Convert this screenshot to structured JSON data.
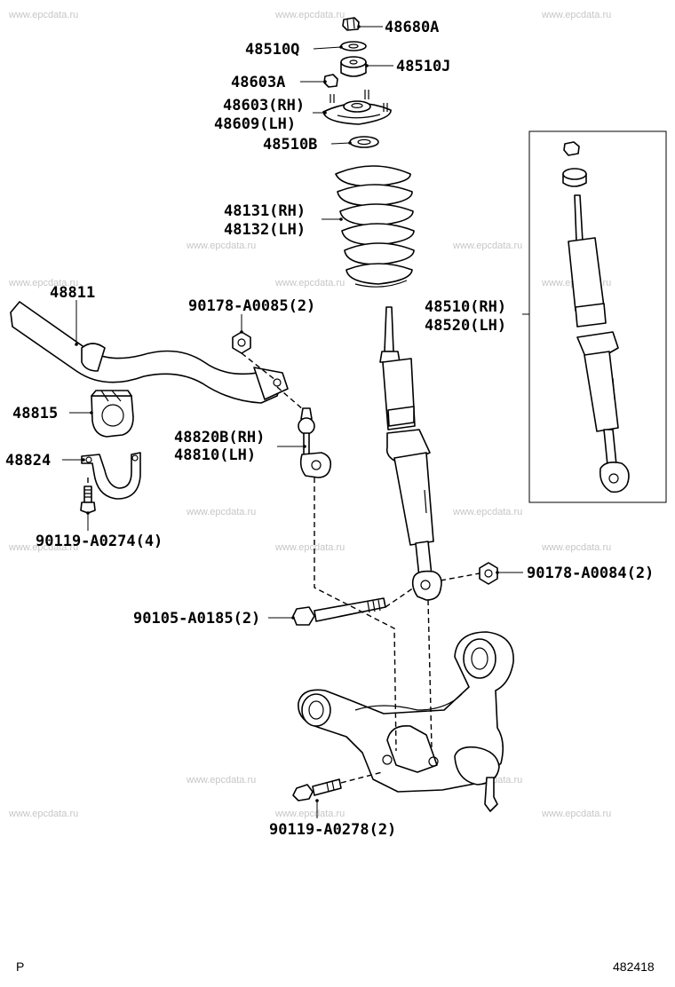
{
  "watermark": "www.epcdata.ru",
  "footer": {
    "left_mark": "P",
    "diagram_number": "482418"
  },
  "callouts": {
    "c48680a": "48680A",
    "c48510q": "48510Q",
    "c48510j": "48510J",
    "c48603a": "48603A",
    "c48603": "48603(RH)",
    "c48609": "48609(LH)",
    "c48510b": "48510B",
    "c48131": "48131(RH)",
    "c48132": "48132(LH)",
    "c48811": "48811",
    "c90178_85": "90178-A0085(2)",
    "c48510": "48510(RH)",
    "c48520": "48520(LH)",
    "c48815": "48815",
    "c48820b": "48820B(RH)",
    "c48810": "48810(LH)",
    "c48824": "48824",
    "c90119_74": "90119-A0274(4)",
    "c90178_84": "90178-A0084(2)",
    "c90105": "90105-A0185(2)",
    "c90119_78": "90119-A0278(2)"
  }
}
